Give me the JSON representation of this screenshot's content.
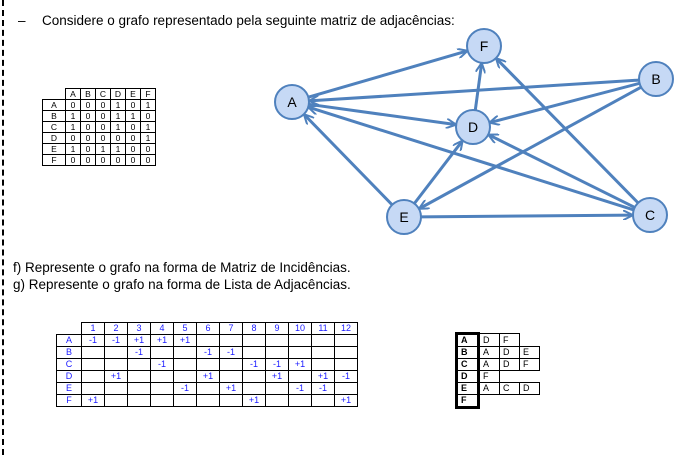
{
  "header": {
    "dash": "–",
    "question": "Considere o grafo representado pela seguinte matriz de adjacências:"
  },
  "adjacency_matrix": {
    "columns": [
      "A",
      "B",
      "C",
      "D",
      "E",
      "F"
    ],
    "rows": [
      {
        "label": "A",
        "values": [
          "0",
          "0",
          "0",
          "1",
          "0",
          "1"
        ]
      },
      {
        "label": "B",
        "values": [
          "1",
          "0",
          "0",
          "1",
          "1",
          "0"
        ]
      },
      {
        "label": "C",
        "values": [
          "1",
          "0",
          "0",
          "1",
          "0",
          "1"
        ]
      },
      {
        "label": "D",
        "values": [
          "0",
          "0",
          "0",
          "0",
          "0",
          "1"
        ]
      },
      {
        "label": "E",
        "values": [
          "1",
          "0",
          "1",
          "1",
          "0",
          "0"
        ]
      },
      {
        "label": "F",
        "values": [
          "0",
          "0",
          "0",
          "0",
          "0",
          "0"
        ]
      }
    ]
  },
  "graph": {
    "node_color": "#c6d9f5",
    "edge_color": "#4f81bd",
    "nodes": [
      "F",
      "A",
      "B",
      "D",
      "E",
      "C"
    ]
  },
  "items": {
    "f": "f) Represente o grafo na forma de Matriz de Incidências.",
    "g": "g) Represente o grafo na forma de Lista de Adjacências."
  },
  "incidence_matrix": {
    "columns": [
      "1",
      "2",
      "3",
      "4",
      "5",
      "6",
      "7",
      "8",
      "9",
      "10",
      "11",
      "12"
    ],
    "rows": [
      {
        "label": "A",
        "values": [
          "-1",
          "-1",
          "+1",
          "+1",
          "+1",
          "",
          "",
          "",
          "",
          "",
          "",
          ""
        ]
      },
      {
        "label": "B",
        "values": [
          "",
          "",
          "-1",
          "",
          "",
          "-1",
          "-1",
          "",
          "",
          "",
          "",
          ""
        ]
      },
      {
        "label": "C",
        "values": [
          "",
          "",
          "",
          "-1",
          "",
          "",
          "",
          "-1",
          "-1",
          "+1",
          "",
          ""
        ]
      },
      {
        "label": "D",
        "values": [
          "",
          "+1",
          "",
          "",
          "",
          "+1",
          "",
          "",
          "+1",
          "",
          "+1",
          "-1"
        ]
      },
      {
        "label": "E",
        "values": [
          "",
          "",
          "",
          "",
          "-1",
          "",
          "+1",
          "",
          "",
          "-1",
          "-1",
          ""
        ]
      },
      {
        "label": "F",
        "values": [
          "+1",
          "",
          "",
          "",
          "",
          "",
          "",
          "+1",
          "",
          "",
          "",
          "+1"
        ]
      }
    ]
  },
  "adjacency_list": {
    "rows": [
      {
        "label": "A",
        "items": [
          "D",
          "F"
        ]
      },
      {
        "label": "B",
        "items": [
          "A",
          "D",
          "E"
        ]
      },
      {
        "label": "C",
        "items": [
          "A",
          "D",
          "F"
        ]
      },
      {
        "label": "D",
        "items": [
          "F"
        ]
      },
      {
        "label": "E",
        "items": [
          "A",
          "C",
          "D"
        ]
      },
      {
        "label": "F",
        "items": []
      }
    ]
  }
}
